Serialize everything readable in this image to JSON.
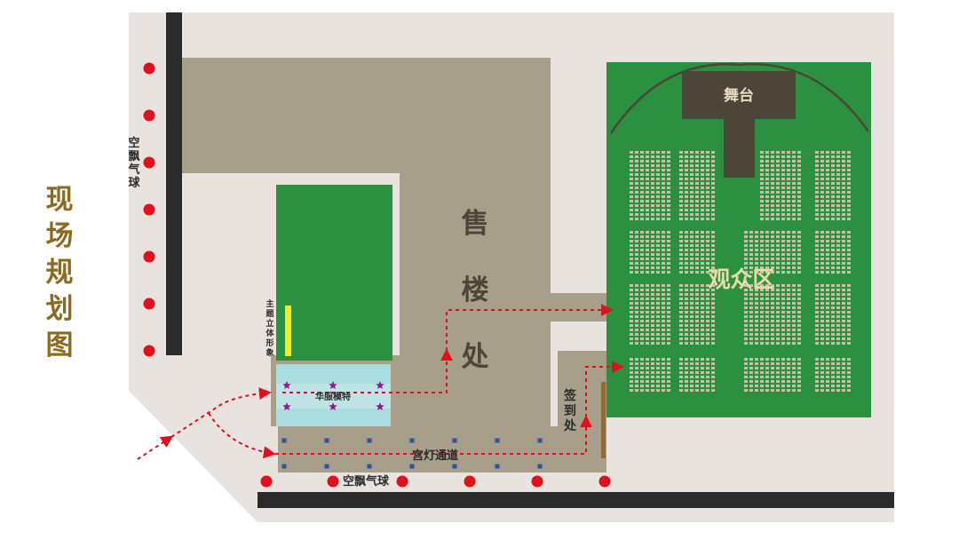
{
  "page_title": "现场规划图",
  "labels": {
    "stage": "舞台",
    "audience": "观众区",
    "sales": "售楼处",
    "checkin": "签到处",
    "lantern_path": "宫灯通道",
    "models": "华服模特",
    "theme_sculpture": "主题立体形象",
    "balloons_left": "空飘气球",
    "balloons_bottom": "空飘气球"
  },
  "colors": {
    "site_ground": "#e8e3df",
    "road": "#a89f8a",
    "lawn": "#2b9040",
    "stage_block": "#4d4538",
    "seat": "#c8bfa6",
    "wall": "#2b2b2b",
    "balloon": "#e0101c",
    "route": "#e0101c",
    "models_zone": "#a9dde0",
    "star": "#8a1a8c",
    "lantern": "#2a52a8",
    "sculpture": "#f2ec19",
    "checkin_bar": "#9a6a2a",
    "stage_text": "#e8dcc0",
    "audience_text": "#e8dca6",
    "title_text": "#8c6a1e"
  }
}
